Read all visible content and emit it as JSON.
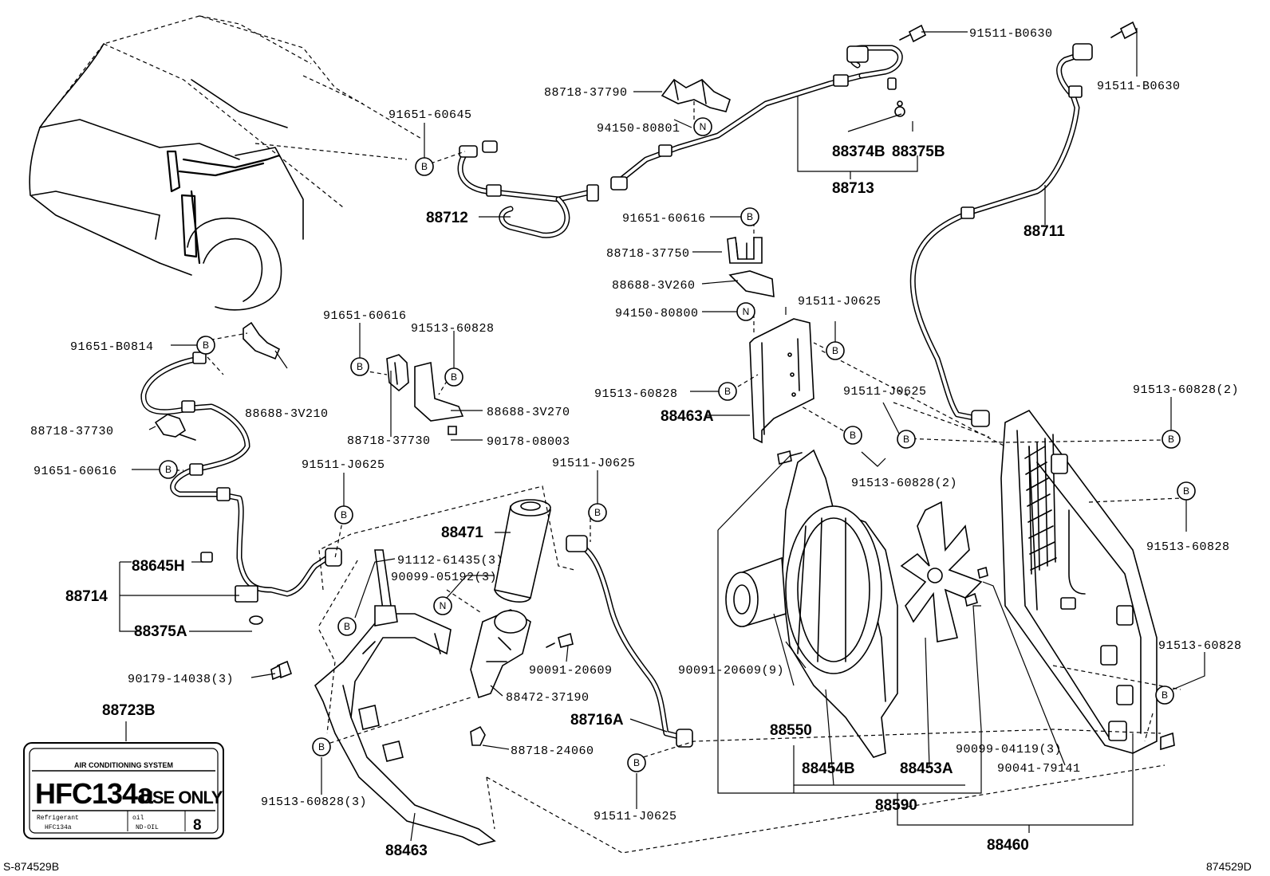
{
  "part_labels": [
    {
      "id": "p91511B0630a",
      "text": "91511-B0630"
    },
    {
      "id": "p91511B0630b",
      "text": "91511-B0630"
    },
    {
      "id": "p8871837790",
      "text": "88718-37790"
    },
    {
      "id": "p9165160645",
      "text": "91651-60645"
    },
    {
      "id": "p9415080801",
      "text": "94150-80801"
    },
    {
      "id": "p88374B",
      "text": "88374B"
    },
    {
      "id": "p88375B",
      "text": "88375B"
    },
    {
      "id": "p88713",
      "text": "88713"
    },
    {
      "id": "p88712",
      "text": "88712"
    },
    {
      "id": "p9165160616a",
      "text": "91651-60616"
    },
    {
      "id": "p88711",
      "text": "88711"
    },
    {
      "id": "p8871837750",
      "text": "88718-37750"
    },
    {
      "id": "p886883V260",
      "text": "88688-3V260"
    },
    {
      "id": "p9415080800",
      "text": "94150-80800"
    },
    {
      "id": "p91511J0625a",
      "text": "91511-J0625"
    },
    {
      "id": "p9165160616b",
      "text": "91651-60616"
    },
    {
      "id": "p9151360828a",
      "text": "91513-60828"
    },
    {
      "id": "p91651B0814",
      "text": "91651-B0814"
    },
    {
      "id": "p886883V210",
      "text": "88688-3V210"
    },
    {
      "id": "p9151360828b",
      "text": "91513-60828"
    },
    {
      "id": "p91511J0625b",
      "text": "91511-J0625"
    },
    {
      "id": "p9151360828c",
      "text": "91513-60828(2)"
    },
    {
      "id": "p88463A",
      "text": "88463A"
    },
    {
      "id": "p886883V270",
      "text": "88688-3V270"
    },
    {
      "id": "p8871837730a",
      "text": "88718-37730"
    },
    {
      "id": "p8871837730b",
      "text": "88718-37730"
    },
    {
      "id": "p9017808003",
      "text": "90178-08003"
    },
    {
      "id": "p9165160616c",
      "text": "91651-60616"
    },
    {
      "id": "p91511J0625c",
      "text": "91511-J0625"
    },
    {
      "id": "p91511J0625d",
      "text": "91511-J0625"
    },
    {
      "id": "p9151360828d",
      "text": "91513-60828(2)"
    },
    {
      "id": "p88471",
      "text": "88471"
    },
    {
      "id": "p9151360828e",
      "text": "91513-60828"
    },
    {
      "id": "p88645H",
      "text": "88645H"
    },
    {
      "id": "p9111261435",
      "text": "91112-61435(3)"
    },
    {
      "id": "p9009905192",
      "text": "90099-05192(3)"
    },
    {
      "id": "p88714",
      "text": "88714"
    },
    {
      "id": "p88375A",
      "text": "88375A"
    },
    {
      "id": "p9009120609a",
      "text": "90091-20609"
    },
    {
      "id": "p9009120609b",
      "text": "90091-20609(9)"
    },
    {
      "id": "p9151360828f",
      "text": "91513-60828"
    },
    {
      "id": "p9017914038",
      "text": "90179-14038(3)"
    },
    {
      "id": "p8847237190",
      "text": "88472-37190"
    },
    {
      "id": "p88723B",
      "text": "88723B"
    },
    {
      "id": "p88716A",
      "text": "88716A"
    },
    {
      "id": "p88550",
      "text": "88550"
    },
    {
      "id": "p9009904119",
      "text": "90099-04119(3)"
    },
    {
      "id": "p8871824060",
      "text": "88718-24060"
    },
    {
      "id": "p88454B",
      "text": "88454B"
    },
    {
      "id": "p88453A",
      "text": "88453A"
    },
    {
      "id": "p9004179141",
      "text": "90041-79141"
    },
    {
      "id": "p9151360828g",
      "text": "91513-60828(3)"
    },
    {
      "id": "p88590",
      "text": "88590"
    },
    {
      "id": "p91511J0625e",
      "text": "91511-J0625"
    },
    {
      "id": "p88460",
      "text": "88460"
    },
    {
      "id": "p88463",
      "text": "88463"
    }
  ],
  "badge_letters": {
    "bolt": "B",
    "nut": "N"
  },
  "caution_label": {
    "header": "AIR CONDITIONING SYSTEM",
    "main": "HFC134a",
    "main_suffix": "USE ONLY",
    "refrigerant_label": "Refrigerant",
    "refrigerant_value": "HFC134a",
    "oil_label": "oil",
    "oil_value": "ND-OIL",
    "oil_number": "8"
  },
  "corner_codes": {
    "left": "S-874529B",
    "right": "874529D"
  }
}
